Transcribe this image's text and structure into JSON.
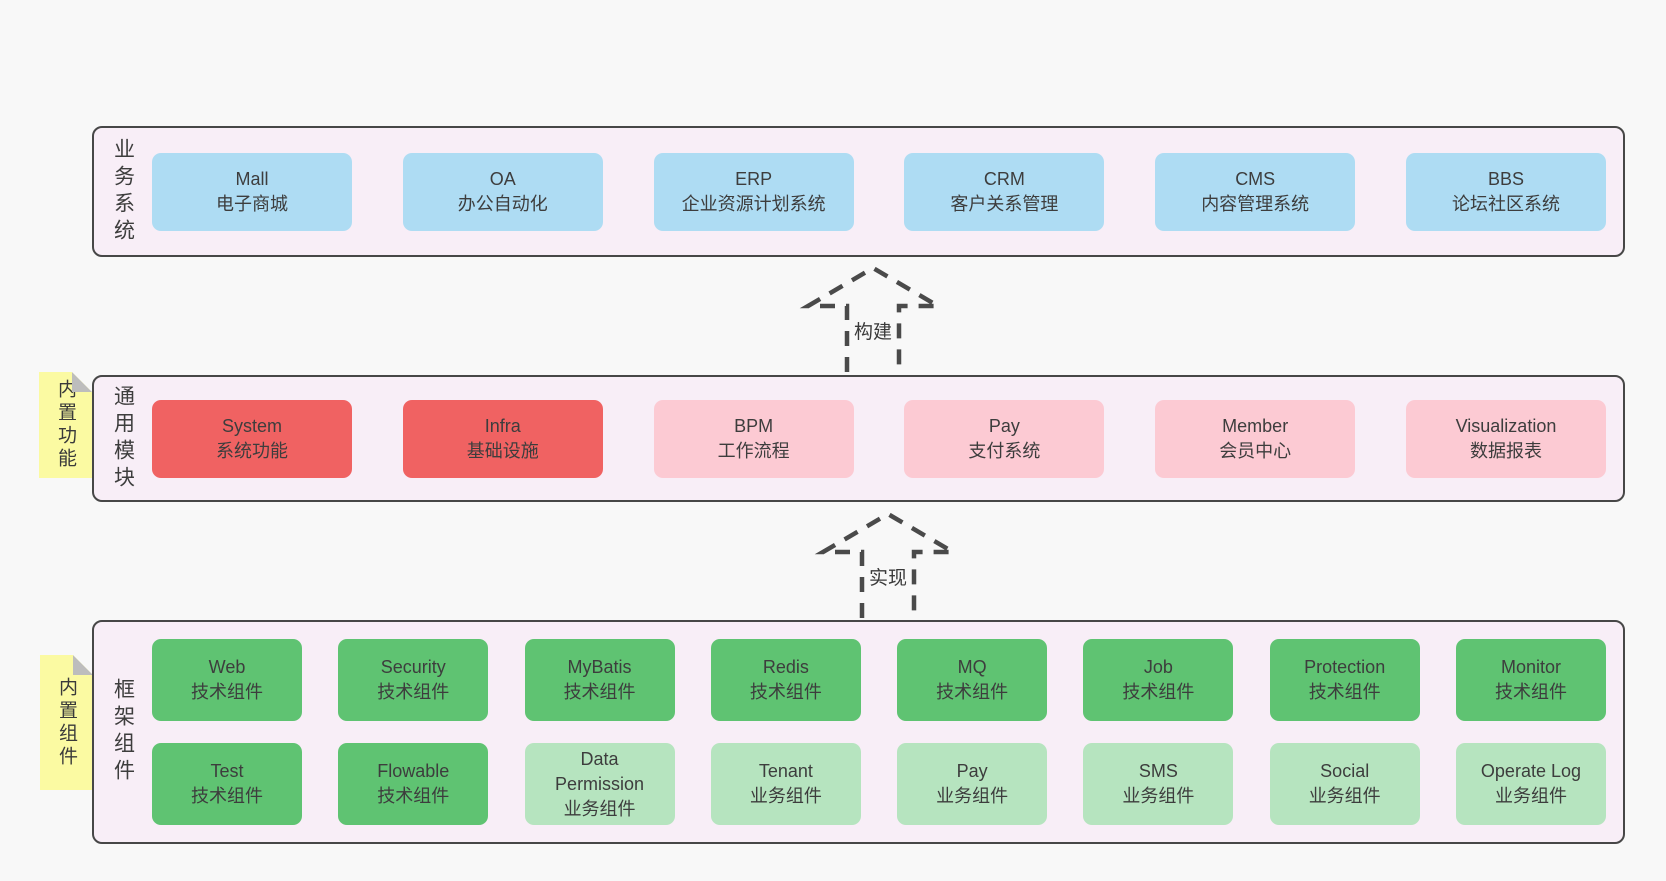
{
  "sections": [
    {
      "label": "业务系统",
      "boxes": [
        {
          "name": "Mall",
          "desc": "电子商城"
        },
        {
          "name": "OA",
          "desc": "办公自动化"
        },
        {
          "name": "ERP",
          "desc": "企业资源计划系统"
        },
        {
          "name": "CRM",
          "desc": "客户关系管理"
        },
        {
          "name": "CMS",
          "desc": "内容管理系统"
        },
        {
          "name": "BBS",
          "desc": "论坛社区系统"
        }
      ]
    },
    {
      "label": "通用模块",
      "sticky": "内置功能",
      "boxes": [
        {
          "name": "System",
          "desc": "系统功能"
        },
        {
          "name": "Infra",
          "desc": "基础设施"
        },
        {
          "name": "BPM",
          "desc": "工作流程"
        },
        {
          "name": "Pay",
          "desc": "支付系统"
        },
        {
          "name": "Member",
          "desc": "会员中心"
        },
        {
          "name": "Visualization",
          "desc": "数据报表"
        }
      ]
    },
    {
      "label": "框架组件",
      "sticky": "内置组件",
      "rows": [
        [
          {
            "name": "Web",
            "desc": "技术组件"
          },
          {
            "name": "Security",
            "desc": "技术组件"
          },
          {
            "name": "MyBatis",
            "desc": "技术组件"
          },
          {
            "name": "Redis",
            "desc": "技术组件"
          },
          {
            "name": "MQ",
            "desc": "技术组件"
          },
          {
            "name": "Job",
            "desc": "技术组件"
          },
          {
            "name": "Protection",
            "desc": "技术组件"
          },
          {
            "name": "Monitor",
            "desc": "技术组件"
          }
        ],
        [
          {
            "name": "Test",
            "desc": "技术组件"
          },
          {
            "name": "Flowable",
            "desc": "技术组件"
          },
          {
            "name": "Data Permission",
            "desc": "业务组件"
          },
          {
            "name": "Tenant",
            "desc": "业务组件"
          },
          {
            "name": "Pay",
            "desc": "业务组件"
          },
          {
            "name": "SMS",
            "desc": "业务组件"
          },
          {
            "name": "Social",
            "desc": "业务组件"
          },
          {
            "name": "Operate Log",
            "desc": "业务组件"
          }
        ]
      ]
    }
  ],
  "arrows": [
    {
      "label": "构建"
    },
    {
      "label": "实现"
    }
  ],
  "colors": {
    "page_bg": "#f8f8f8",
    "panel_bg": "#f8eef7",
    "panel_border": "#474747",
    "box_blue": "#aedcf3",
    "box_red": "#f06262",
    "box_pink": "#fccad3",
    "box_green": "#5fc372",
    "box_green_light": "#b6e4bf",
    "sticky_yellow": "#fbfaa2",
    "sticky_fold_gray": "#bdbdbd",
    "text": "#3d3d3d",
    "arrow_dash": "#4a4a4a"
  }
}
